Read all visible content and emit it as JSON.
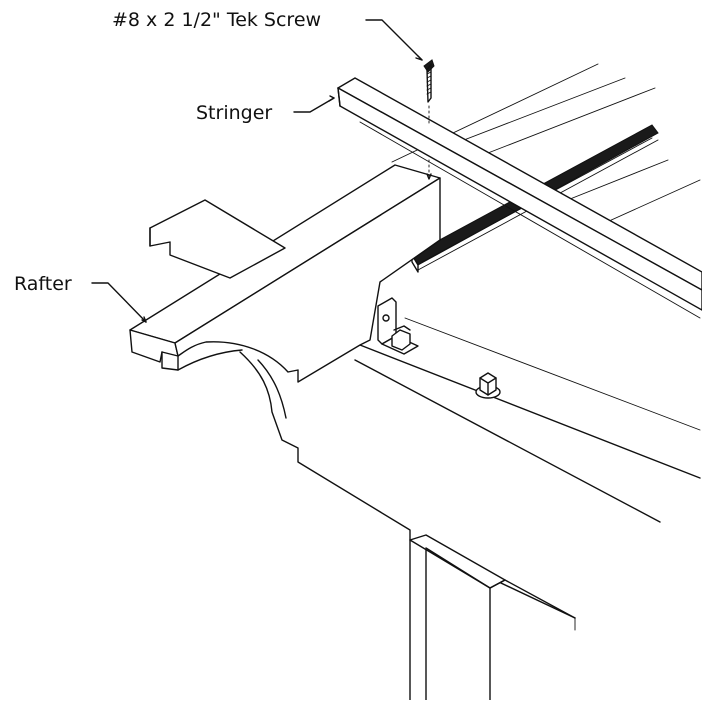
{
  "labels": {
    "screw": "#8 x 2 1/2\" Tek Screw",
    "stringer": "Stringer",
    "rafter": "Rafter"
  },
  "colors": {
    "line": "#111111",
    "background": "#ffffff"
  }
}
